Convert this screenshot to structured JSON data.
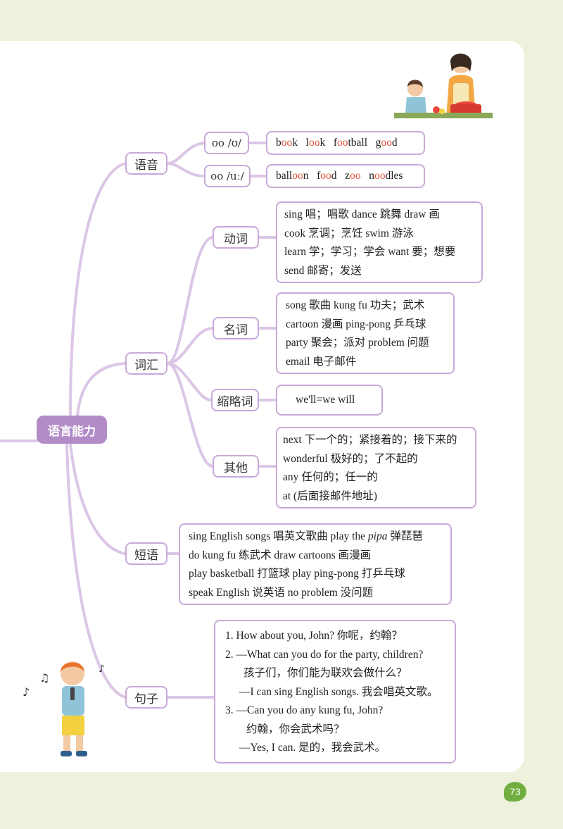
{
  "root": "语言能力",
  "branches": {
    "pronunciation": {
      "label": "语音",
      "items": [
        {
          "sound": "oo /ʊ/",
          "words": [
            [
              "b",
              "oo",
              "k"
            ],
            [
              "l",
              "oo",
              "k"
            ],
            [
              "f",
              "oo",
              "tball"
            ],
            [
              "g",
              "oo",
              "d"
            ]
          ]
        },
        {
          "sound": "oo /uː/",
          "words": [
            [
              "ball",
              "oo",
              "n"
            ],
            [
              "f",
              "oo",
              "d"
            ],
            [
              "z",
              "oo",
              ""
            ],
            [
              "n",
              "oo",
              "dles"
            ]
          ]
        }
      ]
    },
    "vocabulary": {
      "label": "词汇",
      "verbs": {
        "label": "动词",
        "lines": [
          "sing 唱；唱歌  dance 跳舞  draw 画",
          "cook 烹调；烹饪  swim 游泳",
          "learn 学；学习；学会   want 要；想要",
          "send 邮寄；发送"
        ]
      },
      "nouns": {
        "label": "名词",
        "lines": [
          "song 歌曲  kung fu 功夫；武术",
          "cartoon 漫画  ping-pong 乒乓球",
          "party 聚会；派对  problem 问题",
          "email 电子邮件"
        ]
      },
      "contractions": {
        "label": "缩略词",
        "lines": [
          "we'll=we will"
        ]
      },
      "others": {
        "label": "其他",
        "lines": [
          "next 下一个的；紧接着的；接下来的",
          "wonderful 极好的；了不起的",
          "any 任何的；任一的",
          "at (后面接邮件地址)"
        ]
      }
    },
    "phrases": {
      "label": "短语",
      "line1_before": "sing English songs 唱英文歌曲  play the ",
      "line1_italic": "pipa",
      "line1_after": " 弹琵琶",
      "lines": [
        "do kung fu 练武术  draw cartoons 画漫画",
        "play basketball 打篮球  play ping-pong 打乒乓球",
        "speak English 说英语  no problem 没问题"
      ]
    },
    "sentences": {
      "label": "句子",
      "lines": [
        "1. How about you, John? 你呢，约翰？",
        "2. —What can you do for the party, children?",
        "孩子们，你们能为联欢会做什么？",
        "—I can sing English songs. 我会唱英文歌。",
        "3. —Can you do any kung fu, John?",
        "约翰，你会武术吗？",
        "—Yes, I can. 是的，我会武术。"
      ]
    }
  },
  "page_number": "73",
  "colors": {
    "accent": "#b28cc7",
    "border": "#c9a9d8",
    "highlight": "#e2513c",
    "page_badge": "#6fae3f"
  }
}
